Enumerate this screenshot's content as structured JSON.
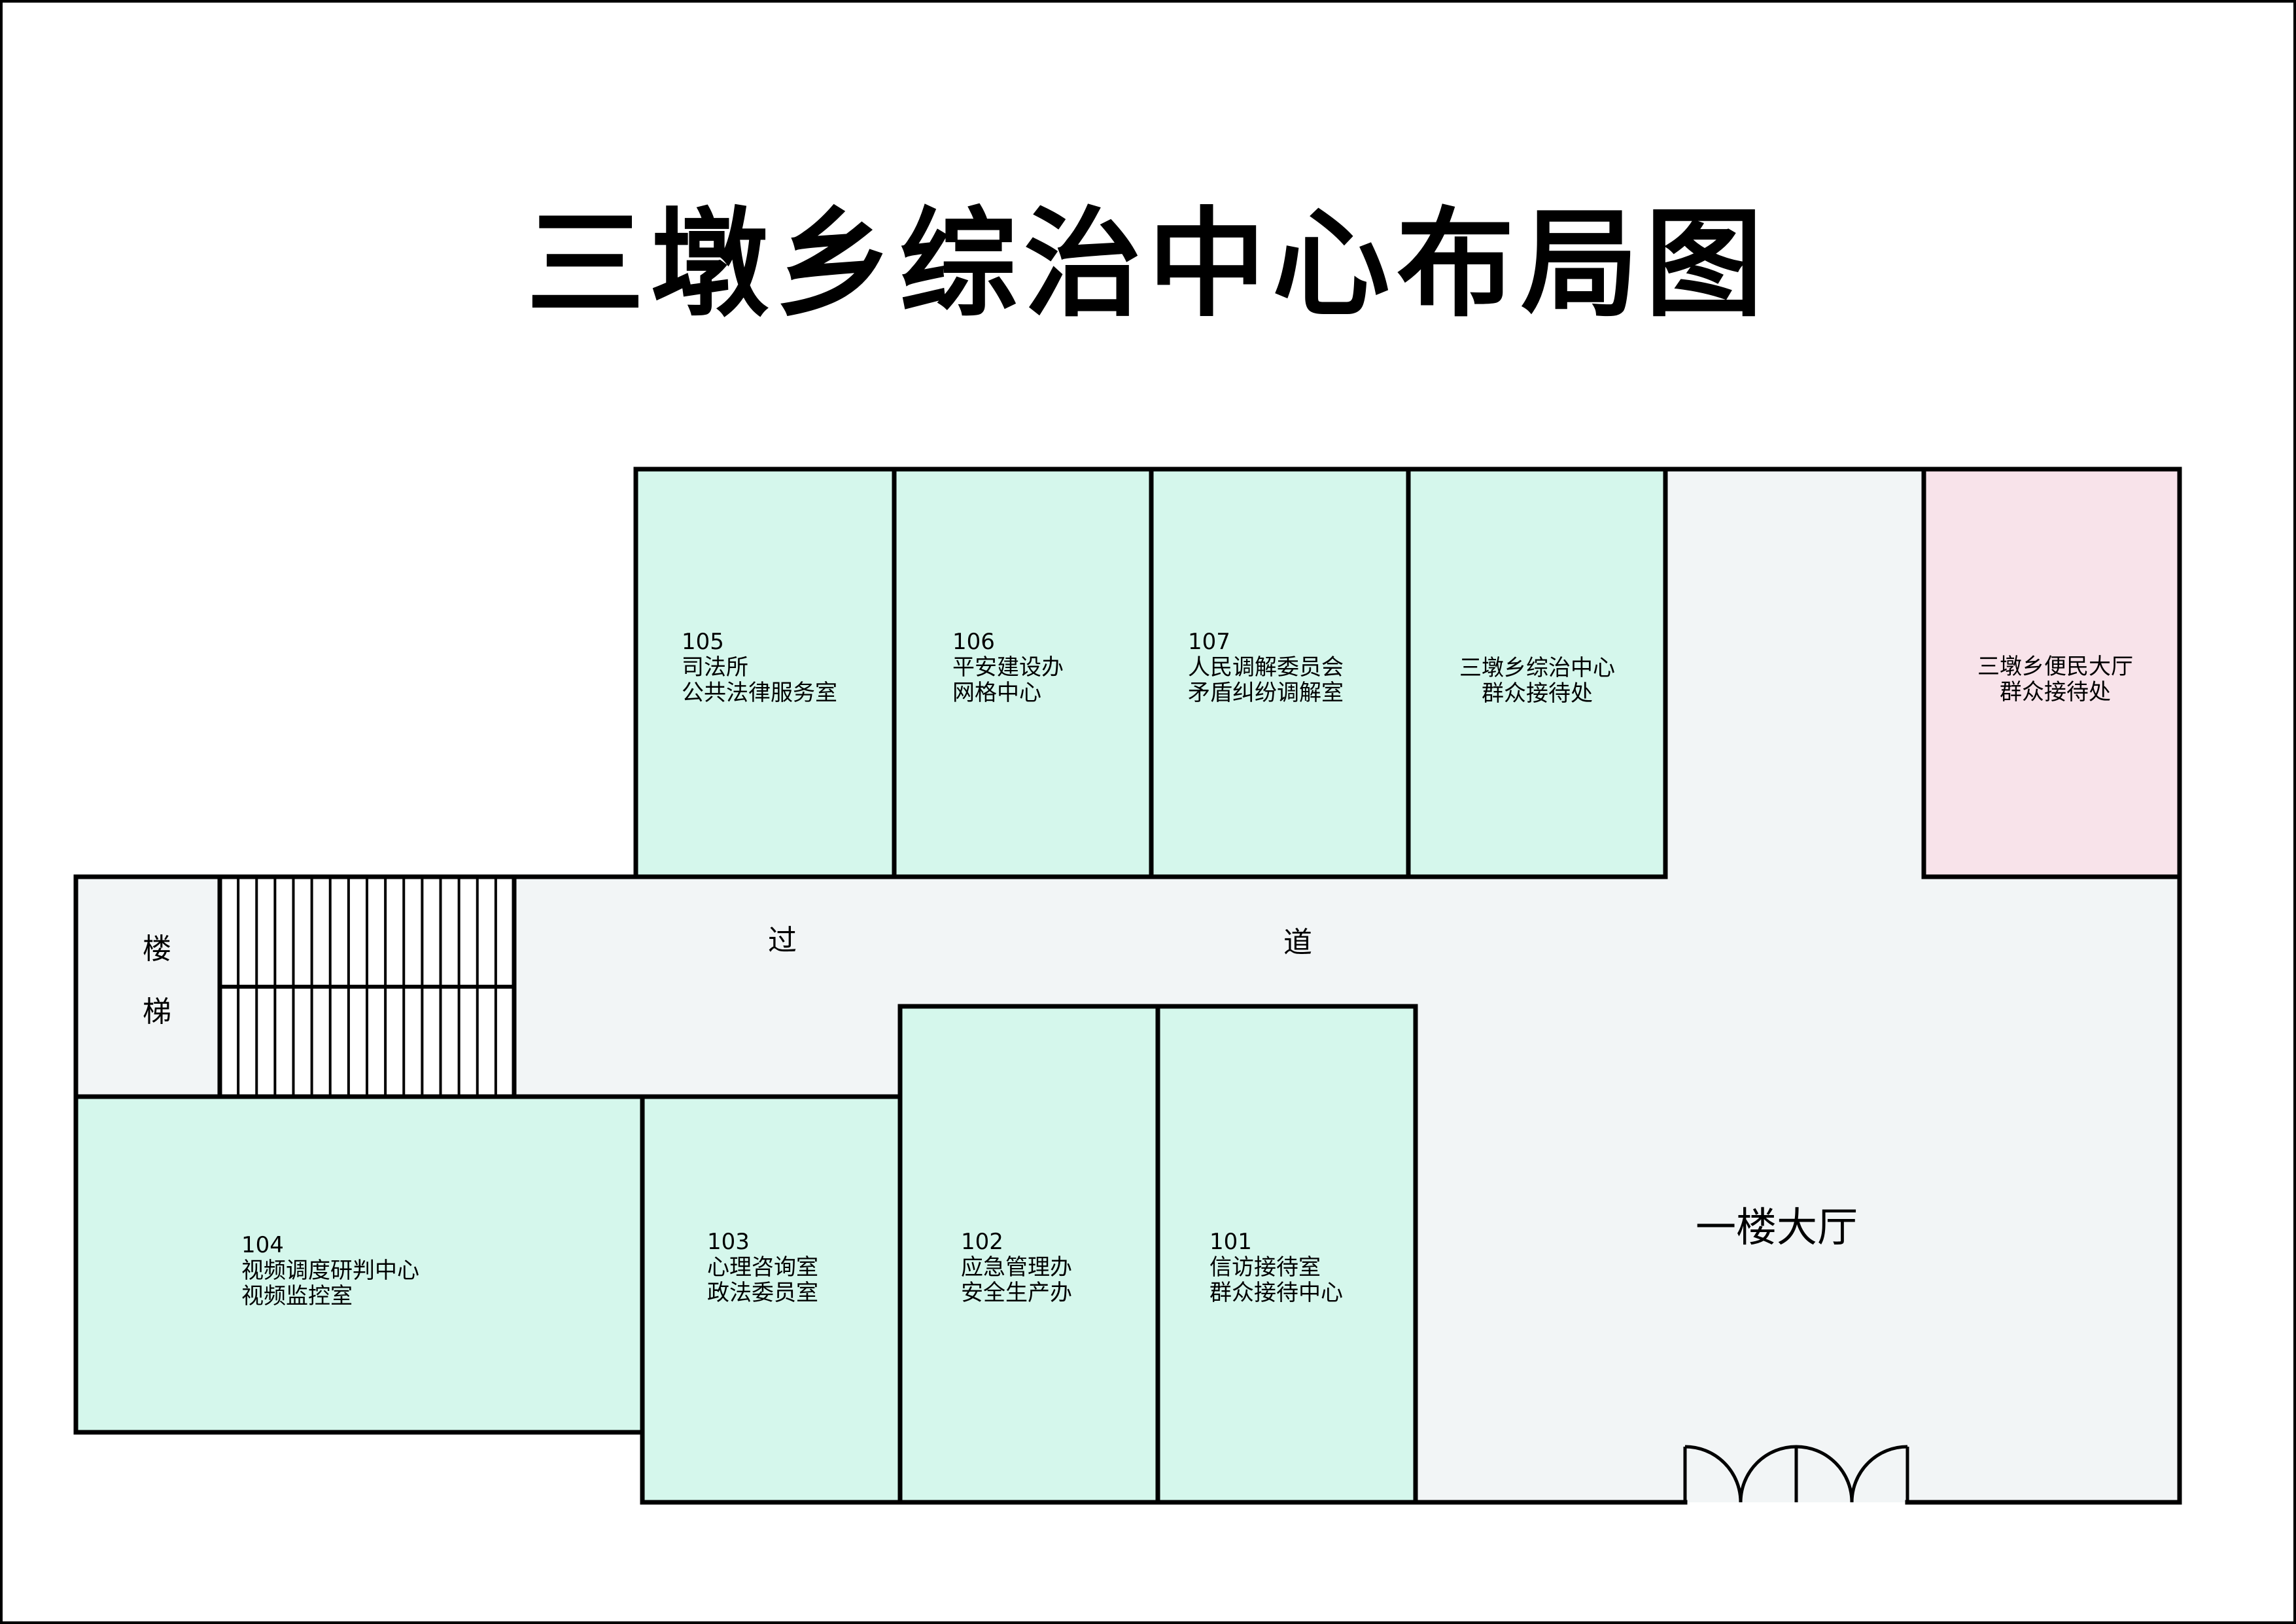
{
  "title": "三墩乡综治中心布局图",
  "colors": {
    "office": "#d5f7ec",
    "pink": "#f8e3ea",
    "corridor": "#f2f5f6",
    "wall": "#000000"
  },
  "rooms": [
    {
      "id": "105",
      "lines": [
        "105",
        "司法所",
        "公共法律服务室"
      ]
    },
    {
      "id": "106",
      "lines": [
        "106",
        "平安建设办",
        "网格中心"
      ]
    },
    {
      "id": "107",
      "lines": [
        "107",
        "人民调解委员会",
        "矛盾纠纷调解室"
      ]
    },
    {
      "id": "reception-zongzhi",
      "lines": [
        "三墩乡综治中心",
        "群众接待处"
      ]
    },
    {
      "id": "reception-bianmin",
      "lines": [
        "三墩乡便民大厅",
        "群众接待处"
      ]
    },
    {
      "id": "104",
      "lines": [
        "104",
        "视频调度研判中心",
        "视频监控室"
      ]
    },
    {
      "id": "103",
      "lines": [
        "103",
        "心理咨询室",
        "政法委员室"
      ]
    },
    {
      "id": "102",
      "lines": [
        "102",
        "应急管理办",
        "安全生产办"
      ]
    },
    {
      "id": "101",
      "lines": [
        "101",
        "信访接待室",
        "群众接待中心"
      ]
    }
  ],
  "stairs": [
    "楼",
    "梯"
  ],
  "corridor": [
    "过",
    "道"
  ],
  "lobby": "一楼大厅"
}
